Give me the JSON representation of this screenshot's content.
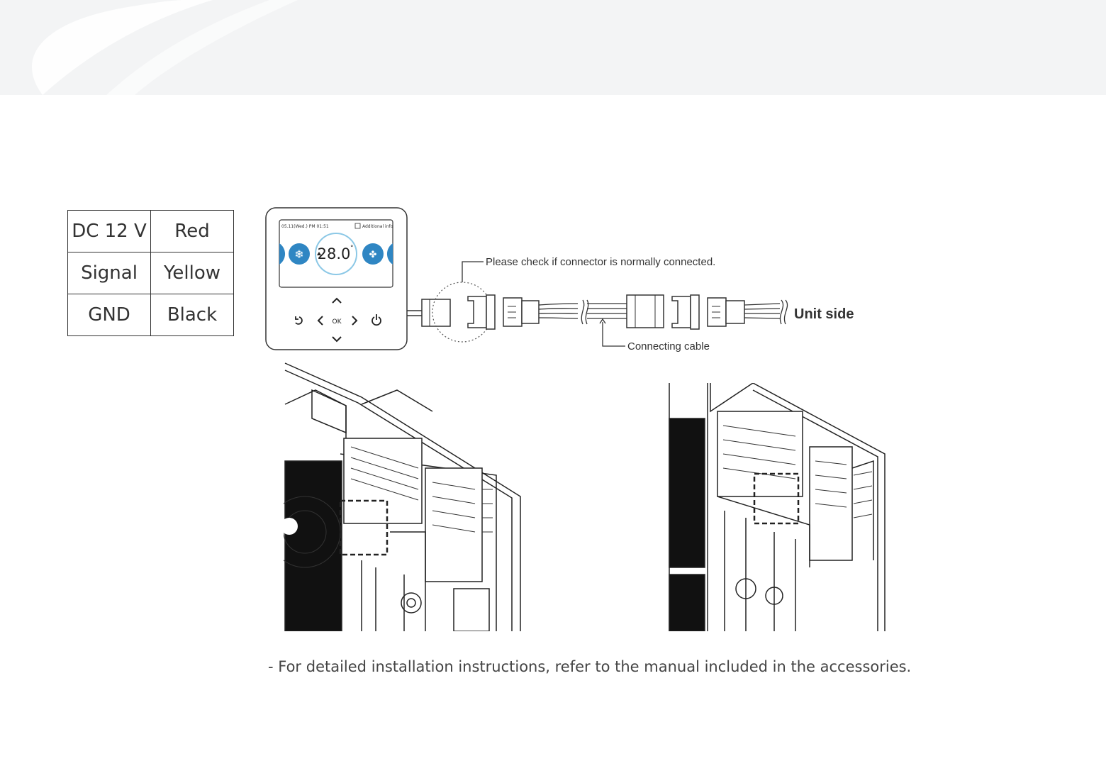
{
  "wiring": {
    "rows": [
      {
        "voltage": "DC 12 V",
        "color": "Red"
      },
      {
        "voltage": "Signal",
        "color": "Yellow"
      },
      {
        "voltage": "GND",
        "color": "Black"
      }
    ]
  },
  "controller": {
    "status_left": "05.11(Wed.) PM 01:51",
    "status_right": "Additional info",
    "temperature": "28.0",
    "temperature_unit": "°",
    "ok_label": "OK"
  },
  "callouts": {
    "connector_check": "Please check if connector is normally connected.",
    "connecting_cable": "Connecting cable",
    "unit_side": "Unit side"
  },
  "footnote": "- For detailed installation instructions, refer to the manual included in the accessories."
}
